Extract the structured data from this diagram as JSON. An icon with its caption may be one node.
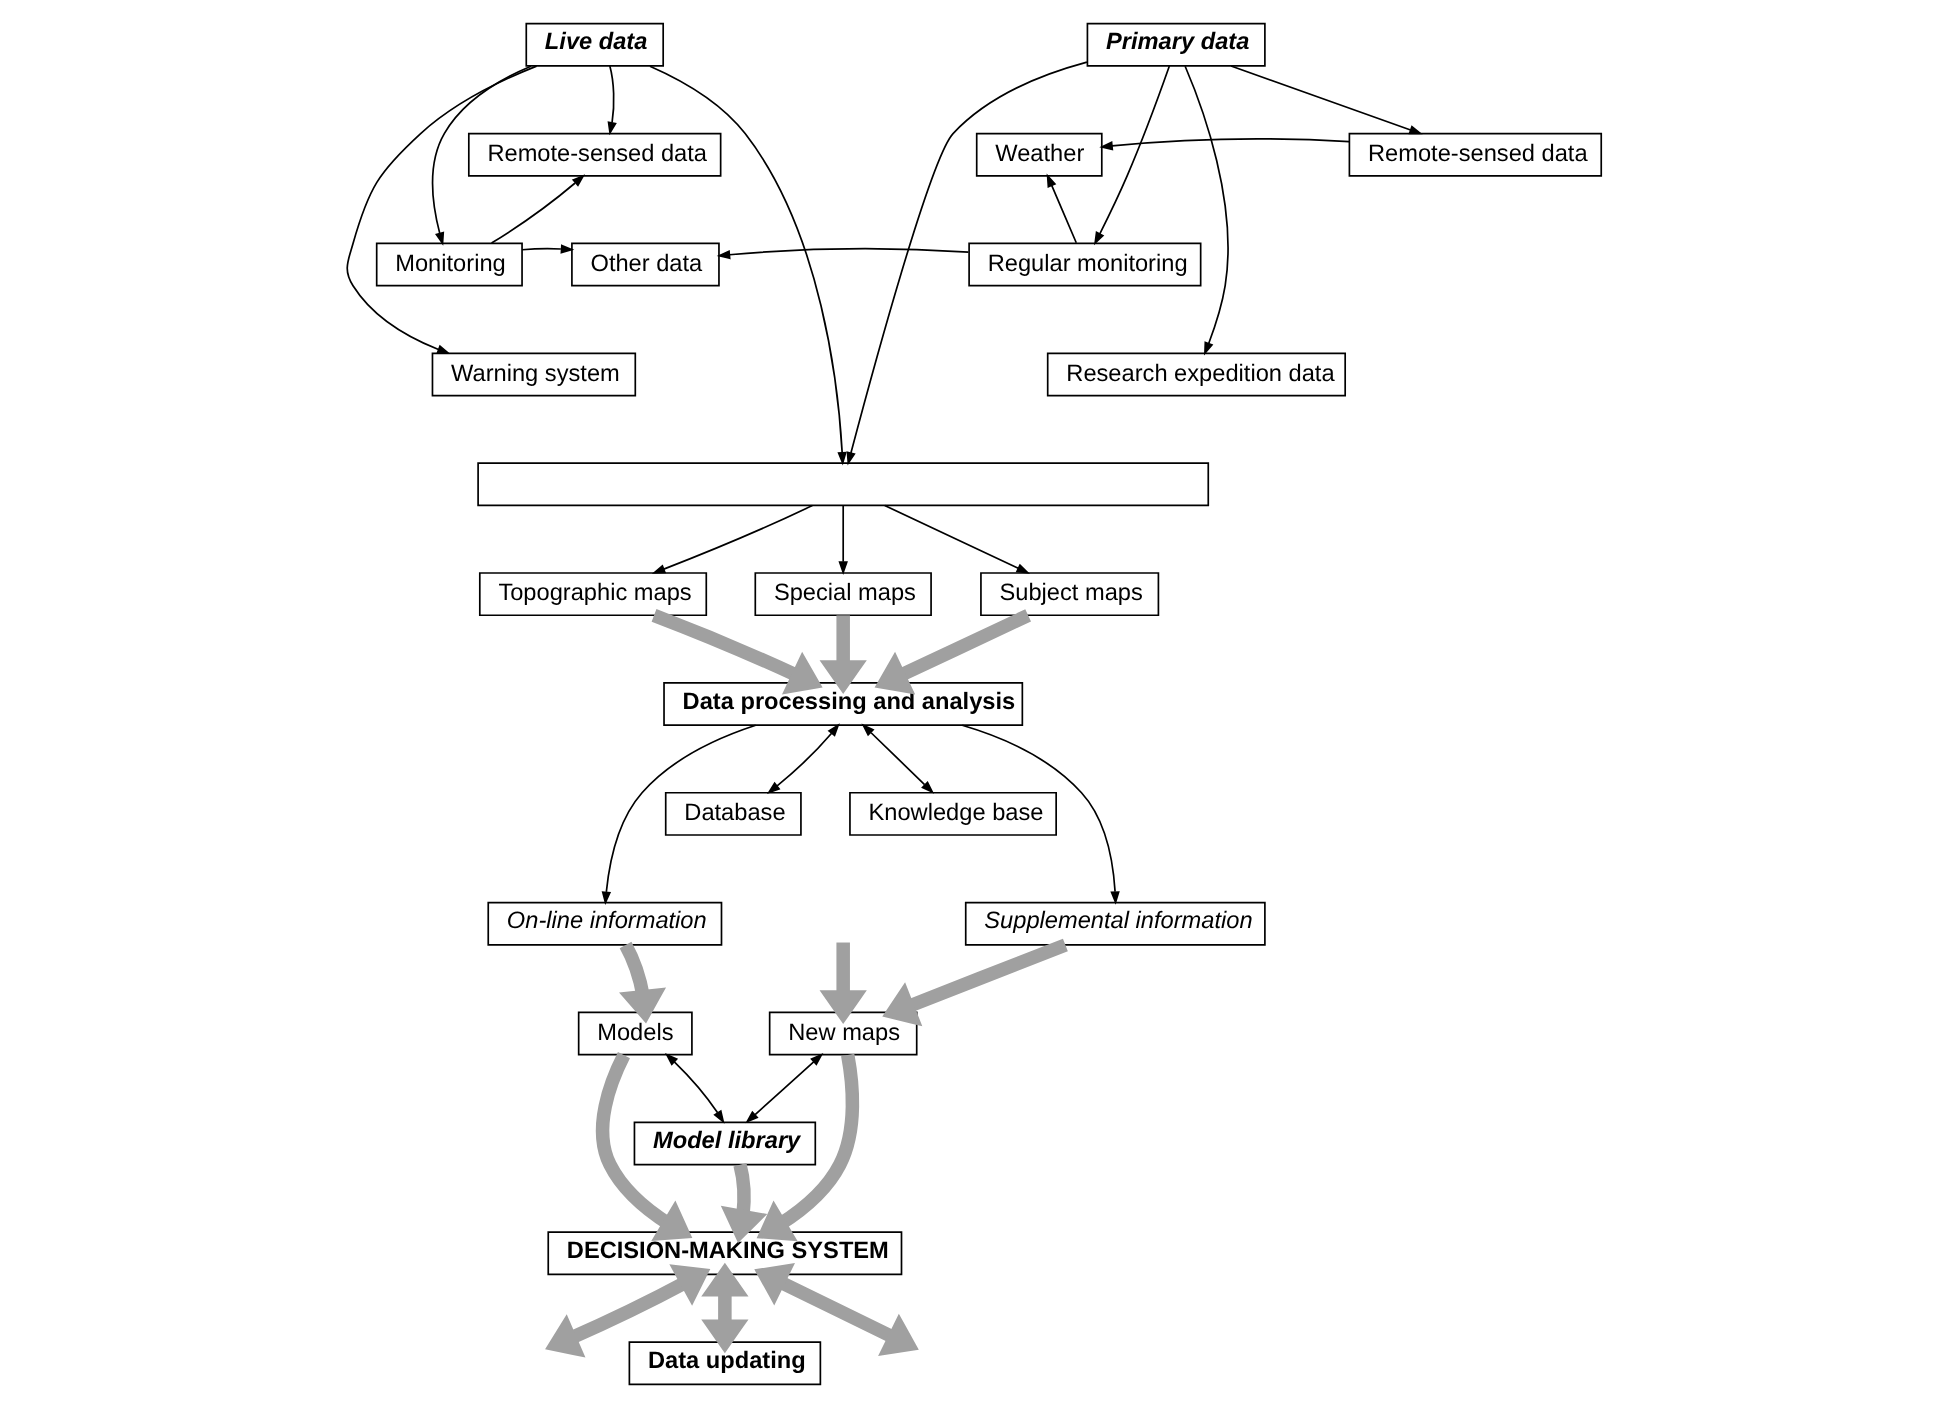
{
  "diagram": {
    "nodes": [
      {
        "text": [
          "Live data"
        ]
      },
      {
        "text": [
          "Remote-sensed data"
        ]
      },
      {
        "text": [
          "Monitoring"
        ]
      },
      {
        "text": [
          "Warning system"
        ]
      },
      {
        "text": [
          "Weather"
        ]
      },
      {
        "text": [
          "Other data"
        ]
      },
      {
        "text": [
          "Primary data"
        ]
      },
      {
        "text": [
          "Remote-sensed data"
        ]
      },
      {
        "text": [
          "Regular monitoring"
        ]
      },
      {
        "text": [
          "Research expedition data"
        ]
      },
      {
        "text": [],
        "shape": "box"
      },
      {
        "text": [
          "Topographic maps"
        ]
      },
      {
        "text": [
          "Special maps"
        ]
      },
      {
        "text": [
          "Subject maps"
        ]
      },
      {
        "text": [
          "Data processing and analysis"
        ]
      },
      {
        "text": [
          "Database"
        ]
      },
      {
        "text": [
          "Knowledge base"
        ]
      },
      {
        "text": [
          "On-line information"
        ]
      },
      {
        "text": [
          "Supplemental information"
        ]
      },
      {
        "text": [
          "Models"
        ]
      },
      {
        "text": [
          "New maps"
        ]
      },
      {
        "text": [
          "Model library"
        ]
      },
      {
        "text": [
          "DECISION-MAKING SYSTEM"
        ]
      },
      {
        "text": [
          "Data updating"
        ]
      }
    ],
    "edges": [
      {
        "from": 0,
        "to": 1,
        "arrow": "to"
      },
      {
        "from": 0,
        "to": 2,
        "arrow": "to"
      },
      {
        "from": 0,
        "to": 3,
        "arrow": "to"
      },
      {
        "from": 0,
        "to": 10,
        "arrow": "to"
      },
      {
        "from": 6,
        "to": 7,
        "arrow": "to"
      },
      {
        "from": 6,
        "to": 8,
        "arrow": "to"
      },
      {
        "from": 6,
        "to": 9,
        "arrow": "to"
      },
      {
        "from": 6,
        "to": 10,
        "arrow": "to"
      },
      {
        "from": 2,
        "to": 1,
        "arrow": "to"
      },
      {
        "from": 2,
        "to": 5,
        "arrow": "to"
      },
      {
        "from": 7,
        "to": 4,
        "arrow": "to"
      },
      {
        "from": 8,
        "to": 4,
        "arrow": "to"
      },
      {
        "from": 8,
        "to": 5,
        "arrow": "to"
      },
      {
        "from": 10,
        "to": 11,
        "arrow": "to"
      },
      {
        "from": 10,
        "to": 12,
        "arrow": "to"
      },
      {
        "from": 10,
        "to": 13,
        "arrow": "to"
      },
      {
        "from": 11,
        "to": 14,
        "arrow": "to",
        "style": "thick",
        "color": "#a0a0a0"
      },
      {
        "from": 12,
        "to": 14,
        "arrow": "to",
        "style": "thick",
        "color": "#a0a0a0"
      },
      {
        "from": 13,
        "to": 14,
        "arrow": "to",
        "style": "thick",
        "color": "#a0a0a0"
      },
      {
        "from": 14,
        "to": 15,
        "arrow": "both"
      },
      {
        "from": 14,
        "to": 16,
        "arrow": "both"
      },
      {
        "from": 14,
        "to": 17,
        "arrow": "to"
      },
      {
        "from": 14,
        "to": 18,
        "arrow": "to"
      },
      {
        "from": 17,
        "to": 19,
        "arrow": "to",
        "style": "thick",
        "color": "#a0a0a0"
      },
      {
        "from": null,
        "to": 20,
        "arrow": "to",
        "style": "thick",
        "color": "#a0a0a0"
      },
      {
        "from": 18,
        "to": 20,
        "arrow": "to",
        "style": "thick",
        "color": "#a0a0a0"
      },
      {
        "from": 21,
        "to": 19,
        "arrow": "both"
      },
      {
        "from": 21,
        "to": 20,
        "arrow": "both"
      },
      {
        "from": 19,
        "to": 22,
        "arrow": "to",
        "style": "thick",
        "color": "#a0a0a0"
      },
      {
        "from": 21,
        "to": 22,
        "arrow": "to",
        "style": "thick",
        "color": "#a0a0a0"
      },
      {
        "from": 20,
        "to": 22,
        "arrow": "to",
        "style": "thick",
        "color": "#a0a0a0"
      },
      {
        "from": 22,
        "to": null,
        "arrow": "both",
        "style": "thick",
        "color": "#a0a0a0"
      },
      {
        "from": 22,
        "to": 23,
        "arrow": "both",
        "style": "thick",
        "color": "#a0a0a0"
      },
      {
        "from": 22,
        "to": null,
        "arrow": "both",
        "style": "thick",
        "color": "#a0a0a0"
      }
    ]
  }
}
